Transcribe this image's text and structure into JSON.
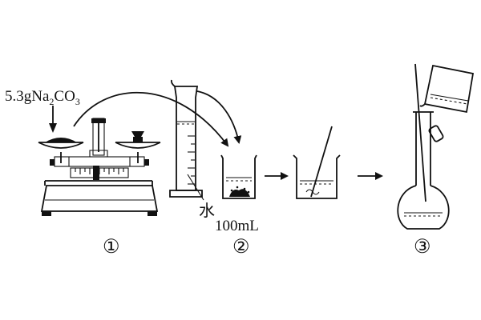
{
  "labels": {
    "reagent_amount": "5.3g",
    "reagent_na": "Na",
    "reagent_sub1": "2",
    "reagent_co": "CO",
    "reagent_sub2": "3",
    "water": "水",
    "water_volume": "100mL"
  },
  "steps": [
    {
      "marker": "①"
    },
    {
      "marker": "②"
    },
    {
      "marker": "③"
    }
  ]
}
